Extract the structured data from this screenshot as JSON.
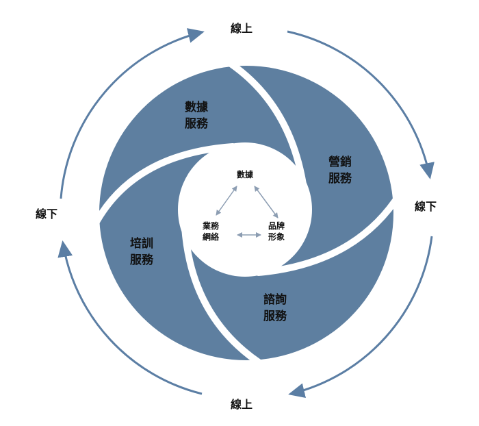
{
  "colors": {
    "blade": "#5e7fa0",
    "arrow": "#5b7ea4",
    "center_arrow": "#8c9db2"
  },
  "outer": {
    "top": "線上",
    "right": "線下",
    "bottom": "線上",
    "left": "線下"
  },
  "blades": [
    {
      "line1": "數據",
      "line2": "服務"
    },
    {
      "line1": "營銷",
      "line2": "服務"
    },
    {
      "line1": "諮詢",
      "line2": "服務"
    },
    {
      "line1": "培訓",
      "line2": "服務"
    }
  ],
  "center": {
    "top": "數據",
    "left1": "業務",
    "left2": "網絡",
    "right1": "品牌",
    "right2": "形象"
  }
}
